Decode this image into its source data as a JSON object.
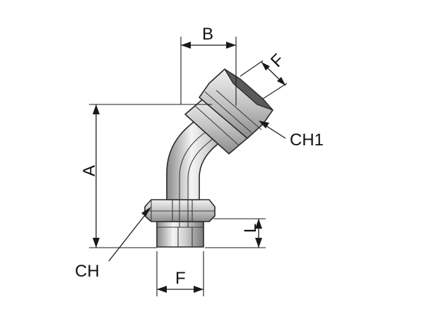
{
  "labels": {
    "a": "A",
    "b": "B",
    "f_top": "F",
    "f_bottom": "F",
    "l": "L",
    "ch": "CH",
    "ch1": "CH1"
  },
  "colors": {
    "line": "#1a1a1a",
    "metal_light": "#f2f2f2",
    "metal_mid": "#bdbdbd",
    "metal_dark": "#7a7a7a",
    "background": "#ffffff"
  }
}
